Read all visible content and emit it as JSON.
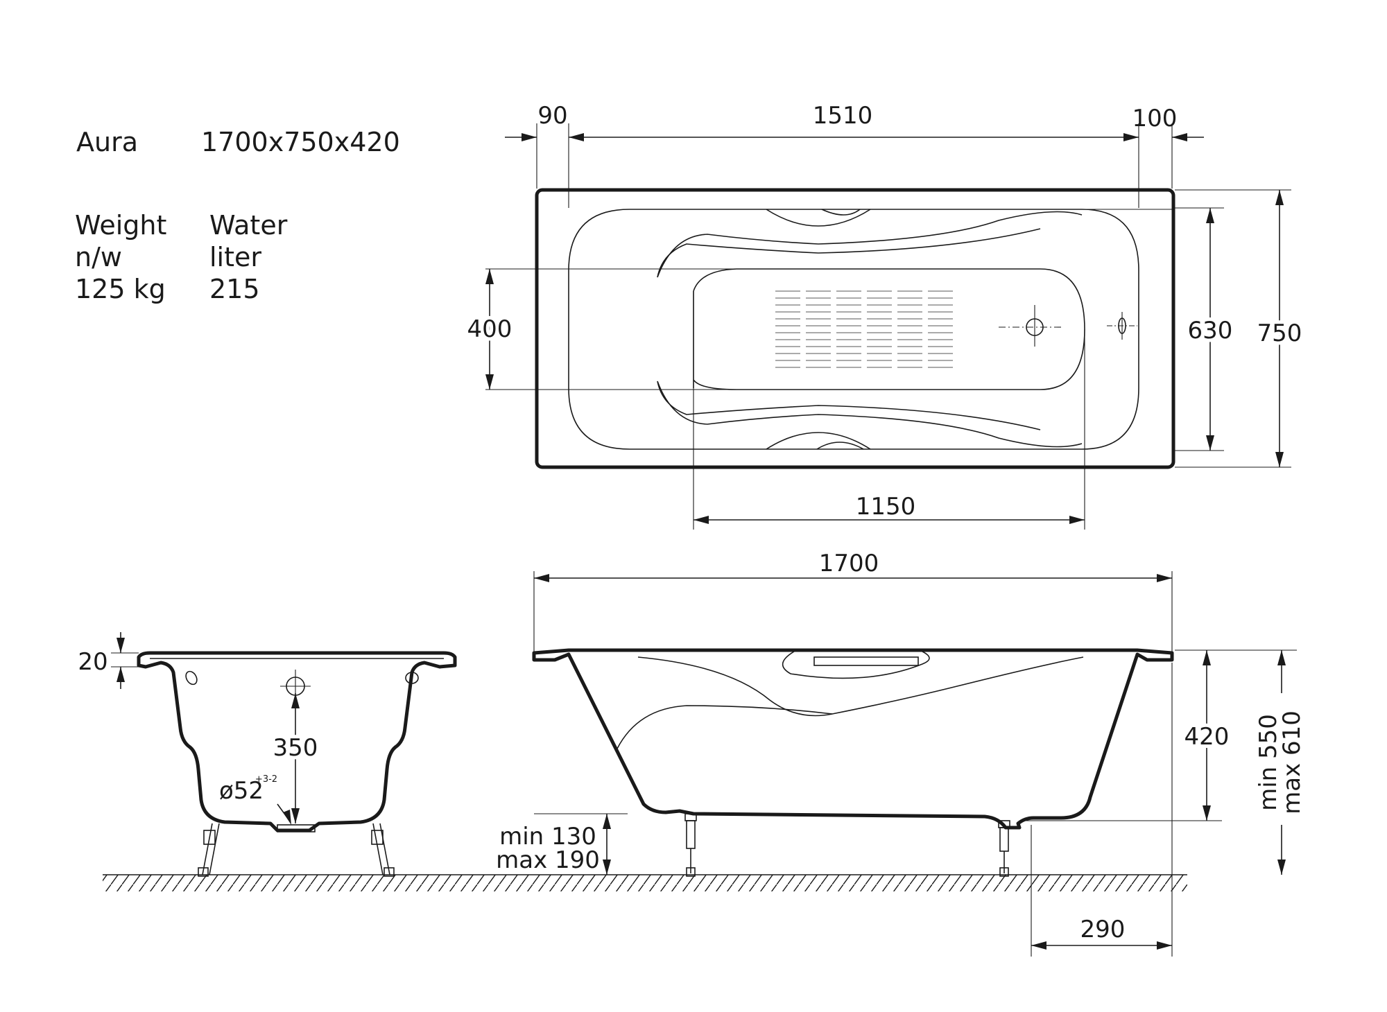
{
  "product": {
    "name": "Aura",
    "size": "1700x750x420"
  },
  "specs": {
    "weight_label_1": "Weight",
    "weight_label_2": "n/w",
    "weight_value": "125 kg",
    "water_label_1": "Water",
    "water_label_2": "liter",
    "water_value": "215"
  },
  "dimensions": {
    "top_left_offset": "90",
    "top_inner_length": "1510",
    "top_right_offset": "100",
    "inner_width": "630",
    "outer_width": "750",
    "headrest_span": "400",
    "flat_bottom_length": "1150",
    "overall_length": "1700",
    "depth": "420",
    "height_range_min": "min 550",
    "height_range_max": "max 610",
    "leg_height_min": "min 130",
    "leg_height_max": "max 190",
    "drain_offset": "290",
    "rim_thickness": "20",
    "overflow_height": "350",
    "drain_diameter": "ø52",
    "drain_tolerance": "+3-2"
  }
}
